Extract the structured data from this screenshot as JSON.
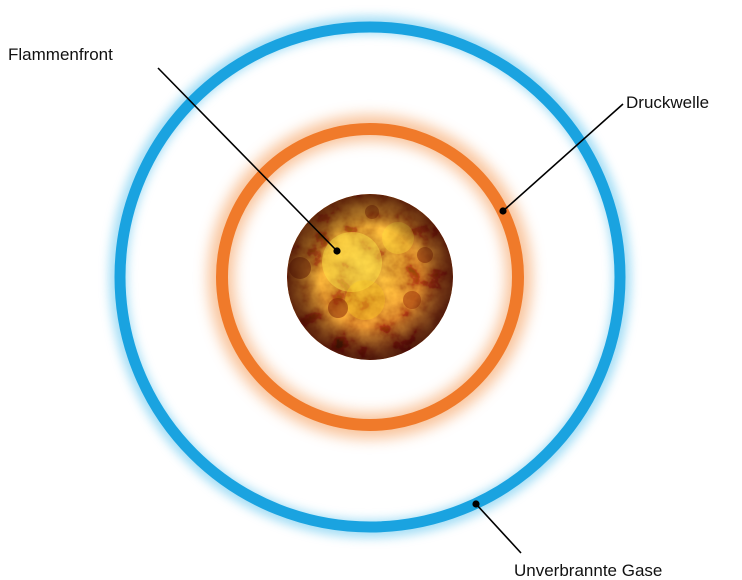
{
  "colors": {
    "background": "#ffffff",
    "outer_ring": "#1aa3e0",
    "outer_ring_glow": "#7fd0f2",
    "inner_ring": "#f07a2a",
    "inner_ring_glow": "#f7b07a",
    "flame_core": "#ffd21a",
    "flame_mid": "#f09a10",
    "flame_edge": "#7a1f06",
    "leader_line": "#000000",
    "label_text": "#111111"
  },
  "labels": {
    "flame_front": "Flammenfront",
    "pressure_wave": "Druckwelle",
    "unburned_gas": "Unverbrannte Gase"
  }
}
